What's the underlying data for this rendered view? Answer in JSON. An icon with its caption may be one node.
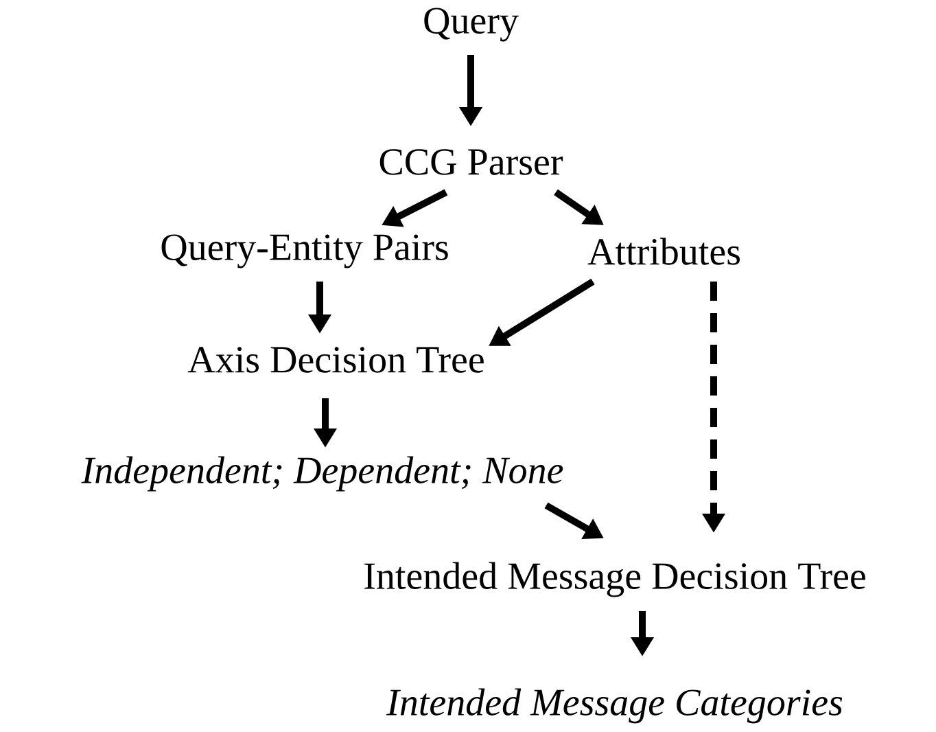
{
  "diagram": {
    "nodes": [
      {
        "text": [
          "Query"
        ]
      },
      {
        "text": [
          "CCG Parser"
        ]
      },
      {
        "text": [
          "Query-Entity Pairs"
        ]
      },
      {
        "text": [
          "Attributes"
        ]
      },
      {
        "text": [
          "Axis Decision Tree"
        ]
      },
      {
        "text": [
          "Independent; Dependent; None"
        ]
      },
      {
        "text": [
          "Intended Message Decision Tree"
        ]
      },
      {
        "text": [
          "Intended Message Categories"
        ]
      }
    ],
    "edges": [
      {
        "from": 0,
        "to": 1,
        "arrow": "to"
      },
      {
        "from": 1,
        "to": 2,
        "arrow": "to"
      },
      {
        "from": 1,
        "to": 3,
        "arrow": "to"
      },
      {
        "from": 2,
        "to": 4,
        "arrow": "to"
      },
      {
        "from": 3,
        "to": 4,
        "arrow": "to"
      },
      {
        "from": 3,
        "to": 6,
        "arrow": "to",
        "style": "dashed"
      },
      {
        "from": 4,
        "to": 5,
        "arrow": "to"
      },
      {
        "from": 5,
        "to": 6,
        "arrow": "to"
      },
      {
        "from": 6,
        "to": 7,
        "arrow": "to"
      }
    ]
  }
}
